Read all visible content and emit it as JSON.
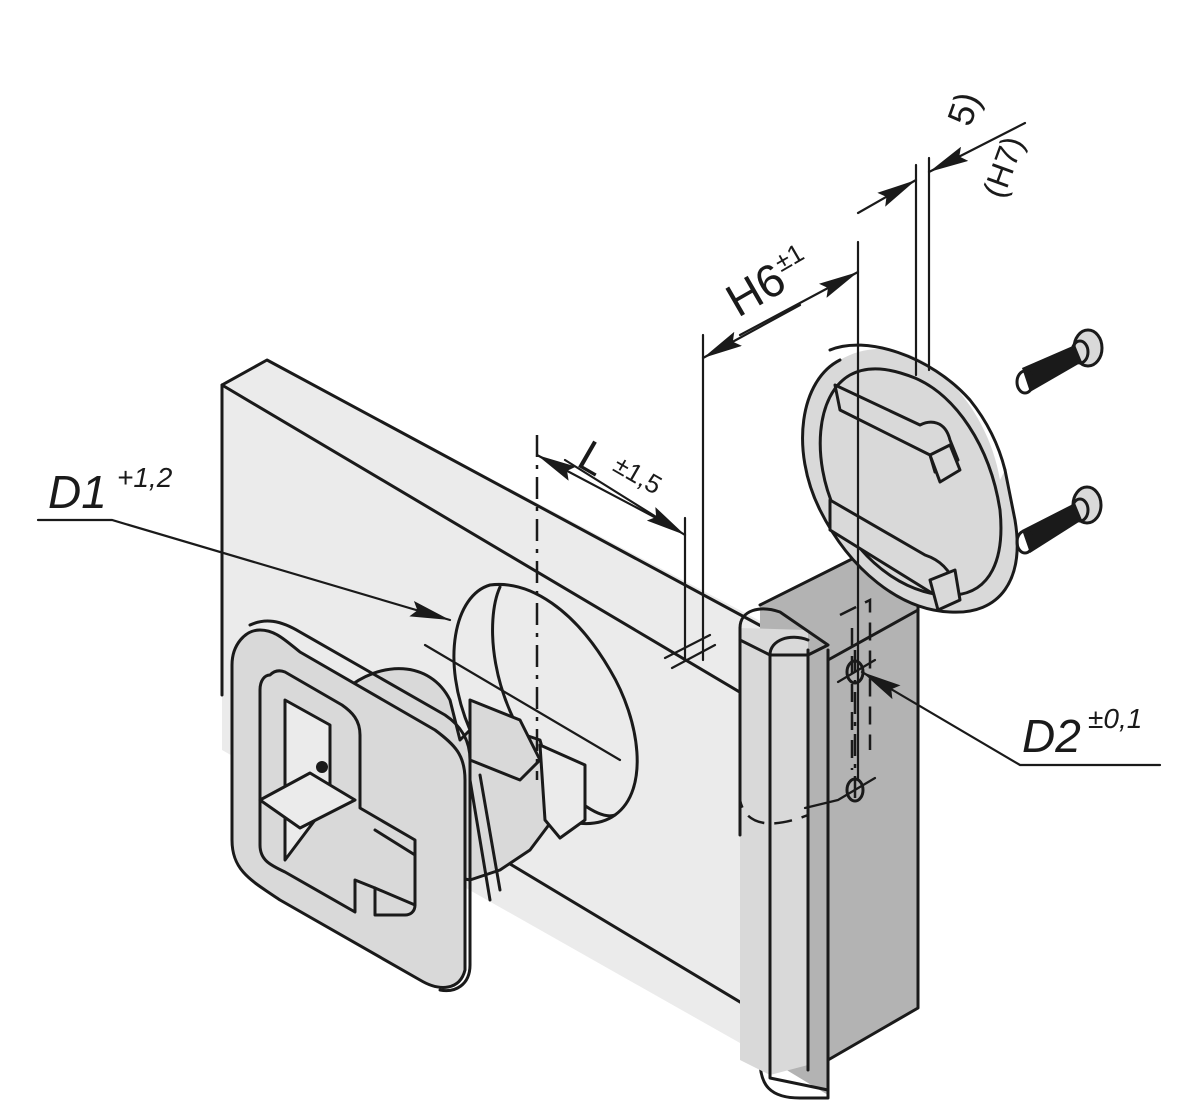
{
  "drawing": {
    "title": "Cam latch mounting dimensions",
    "colors": {
      "line": "#1a1a1a",
      "panel_face": "#ebebeb",
      "part_face": "#d9d9d9",
      "bracket": "#b3b3b3"
    }
  },
  "dimensions": {
    "d1": {
      "symbol": "D1",
      "tolerance": "+1,2"
    },
    "l": {
      "symbol": "L",
      "tolerance": "±1,5"
    },
    "h6": {
      "symbol": "H6",
      "tolerance": "±1"
    },
    "h7": {
      "note": "5)",
      "symbol": "(H7)"
    },
    "d2": {
      "symbol": "D2",
      "tolerance": "±0,1"
    }
  }
}
